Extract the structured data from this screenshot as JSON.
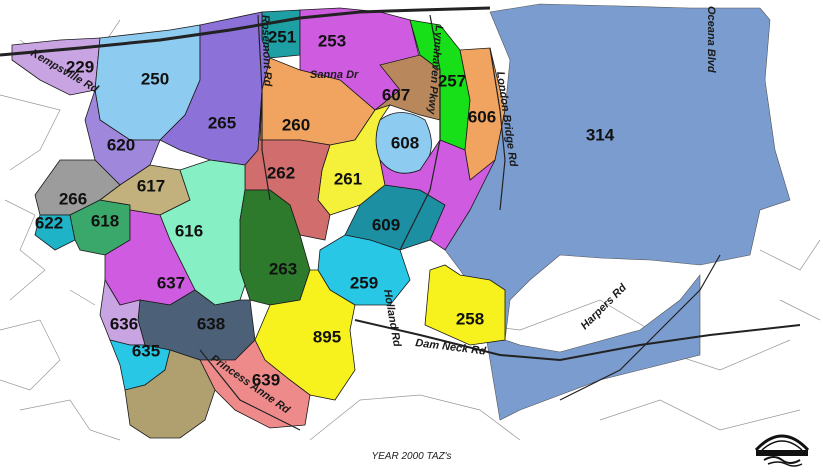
{
  "caption": "YEAR 2000 TAZ's",
  "colors": {
    "background": "#ffffff",
    "water": "#7a9ccf",
    "outline": "#1a1a1a"
  },
  "zones": [
    {
      "label": "229",
      "color": "#c9a4e3"
    },
    {
      "label": "250",
      "color": "#8ecbf0"
    },
    {
      "label": "251",
      "color": "#1d9fa3"
    },
    {
      "label": "253",
      "color": "#cf5ce0"
    },
    {
      "label": "257",
      "color": "#18e018"
    },
    {
      "label": "258",
      "color": "#f7f21e"
    },
    {
      "label": "259",
      "color": "#29c7e6"
    },
    {
      "label": "260",
      "color": "#f1a45f"
    },
    {
      "label": "261",
      "color": "#f5f13a"
    },
    {
      "label": "262",
      "color": "#d16d6d"
    },
    {
      "label": "263",
      "color": "#2d7a2d"
    },
    {
      "label": "265",
      "color": "#8c72d8"
    },
    {
      "label": "266",
      "color": "#9c9c9c"
    },
    {
      "label": "314",
      "color": "#7a9ccf"
    },
    {
      "label": "606",
      "color": "#f1a45f"
    },
    {
      "label": "607",
      "color": "#b8875c"
    },
    {
      "label": "608",
      "color": "#8ecbf0"
    },
    {
      "label": "609",
      "color": "#1d8fa3"
    },
    {
      "label": "616",
      "color": "#86f0c4"
    },
    {
      "label": "617",
      "color": "#c2b17c"
    },
    {
      "label": "618",
      "color": "#3aa86a"
    },
    {
      "label": "620",
      "color": "#9f88dc"
    },
    {
      "label": "622",
      "color": "#1fb3c8"
    },
    {
      "label": "635",
      "color": "#29c7e6"
    },
    {
      "label": "636",
      "color": "#c9a4e3"
    },
    {
      "label": "637",
      "color": "#cf5ce0"
    },
    {
      "label": "638",
      "color": "#4c6078"
    },
    {
      "label": "639",
      "color": "#ee8a8a"
    },
    {
      "label": "895",
      "color": "#f7f21e"
    },
    {
      "label": "unlabeled-tan",
      "color": "#b0a070"
    }
  ],
  "roads": [
    {
      "label": "Dam Neck Rd"
    },
    {
      "label": "Harpers Rd"
    },
    {
      "label": "London Bridge Rd"
    },
    {
      "label": "Lynnhaven Pkwy"
    },
    {
      "label": "Rosemont Rd"
    },
    {
      "label": "Holland Rd"
    },
    {
      "label": "Princess Anne Rd"
    },
    {
      "label": "Sanna Dr"
    },
    {
      "label": "Oceana Blvd"
    },
    {
      "label": "Kempsville Rd"
    }
  ]
}
